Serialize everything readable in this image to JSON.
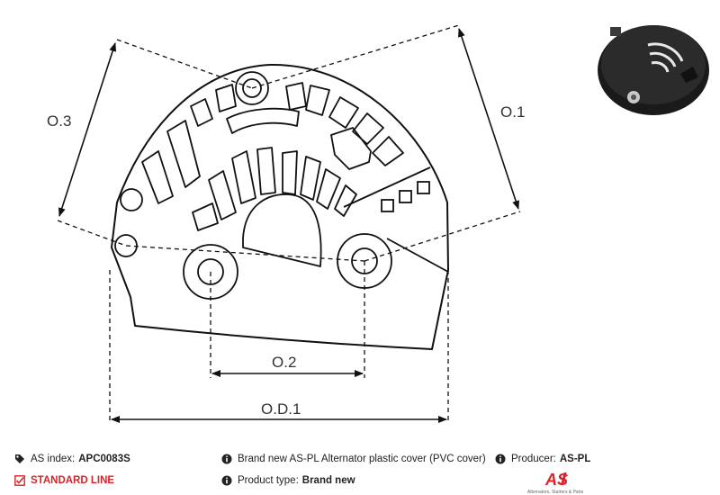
{
  "dimensions": {
    "o1": "O.1",
    "o2": "O.2",
    "o3": "O.3",
    "od1": "O.D.1"
  },
  "info": {
    "index_label": "AS index:",
    "index_value": "APC0083S",
    "line_label": "STANDARD LINE",
    "desc_label": "Brand new AS-PL Alternator plastic cover (PVC cover)",
    "type_label": "Product type:",
    "type_value": "Brand new",
    "producer_label": "Producer:",
    "producer_value": "AS-PL",
    "logo_text": "AS",
    "logo_tagline": "Alternators, Starters & Parts"
  },
  "colors": {
    "accent": "#d8232a",
    "line": "#111111",
    "text": "#222222"
  },
  "icons": {
    "tag": "tag-icon",
    "check": "checkbox-icon",
    "info": "info-icon"
  }
}
